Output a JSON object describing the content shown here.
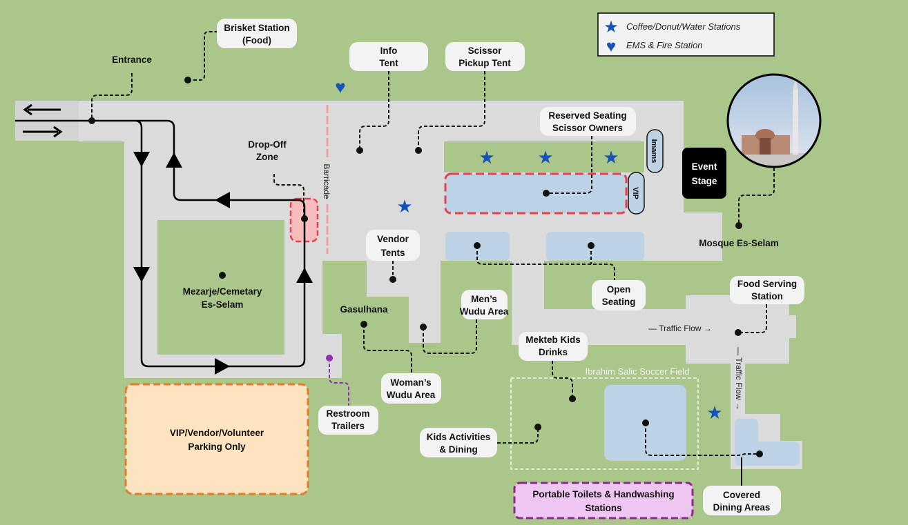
{
  "legend": {
    "items": [
      {
        "icon": "star-icon",
        "label": "Coffee/Donut/Water Stations",
        "color": "#1553b8"
      },
      {
        "icon": "heart-icon",
        "label": "EMS & Fire Station",
        "color": "#1553b8"
      }
    ]
  },
  "colors": {
    "grass": "#abc68a",
    "road": "#dcdbdb",
    "seating": "#bed2e5",
    "reserved_border": "#e8404a",
    "parking_fill": "#fde3c0",
    "parking_border": "#e57a2a",
    "toilets_fill": "#efc6f2",
    "toilets_border": "#8a2a8c",
    "restroom_pin": "#8e2fb0"
  },
  "labels": {
    "brisket": [
      "Brisket Station",
      "(Food)"
    ],
    "entrance": "Entrance",
    "info_tent": [
      "Info",
      "Tent"
    ],
    "scissor_pickup": [
      "Scissor",
      "Pickup Tent"
    ],
    "reserved_seating": [
      "Reserved Seating",
      "Scissor Owners"
    ],
    "imams": "Imams",
    "vip": "VIP",
    "event_stage": [
      "Event",
      "Stage"
    ],
    "mosque": "Mosque Es-Selam",
    "drop_off": [
      "Drop-Off",
      "Zone"
    ],
    "barricade": "Barricade",
    "vendor_tents": [
      "Vendor",
      "Tents"
    ],
    "open_seating": [
      "Open",
      "Seating"
    ],
    "mens_wudu": [
      "Men’s",
      "Wudu Area"
    ],
    "gasulhana": "Gasulhana",
    "womans_wudu": [
      "Woman’s",
      "Wudu Area"
    ],
    "cemetery": [
      "Mezarje/Cemetary",
      "Es-Selam"
    ],
    "restroom": [
      "Restroom",
      "Trailers"
    ],
    "parking": [
      "VIP/Vendor/Volunteer",
      "Parking Only"
    ],
    "food_serving": [
      "Food Serving",
      "Station"
    ],
    "traffic_flow_h": "— Traffic Flow →",
    "traffic_flow_v": "— Traffic Flow →",
    "mekteb": [
      "Mekteb Kids",
      "Drinks"
    ],
    "kids_activities": [
      "Kids Activities",
      "& Dining"
    ],
    "soccer_field": "Ibrahim Salic Soccer Field",
    "toilets": [
      "Portable Toilets & Handwashing",
      "Stations"
    ],
    "covered_dining": [
      "Covered",
      "Dining Areas"
    ]
  }
}
